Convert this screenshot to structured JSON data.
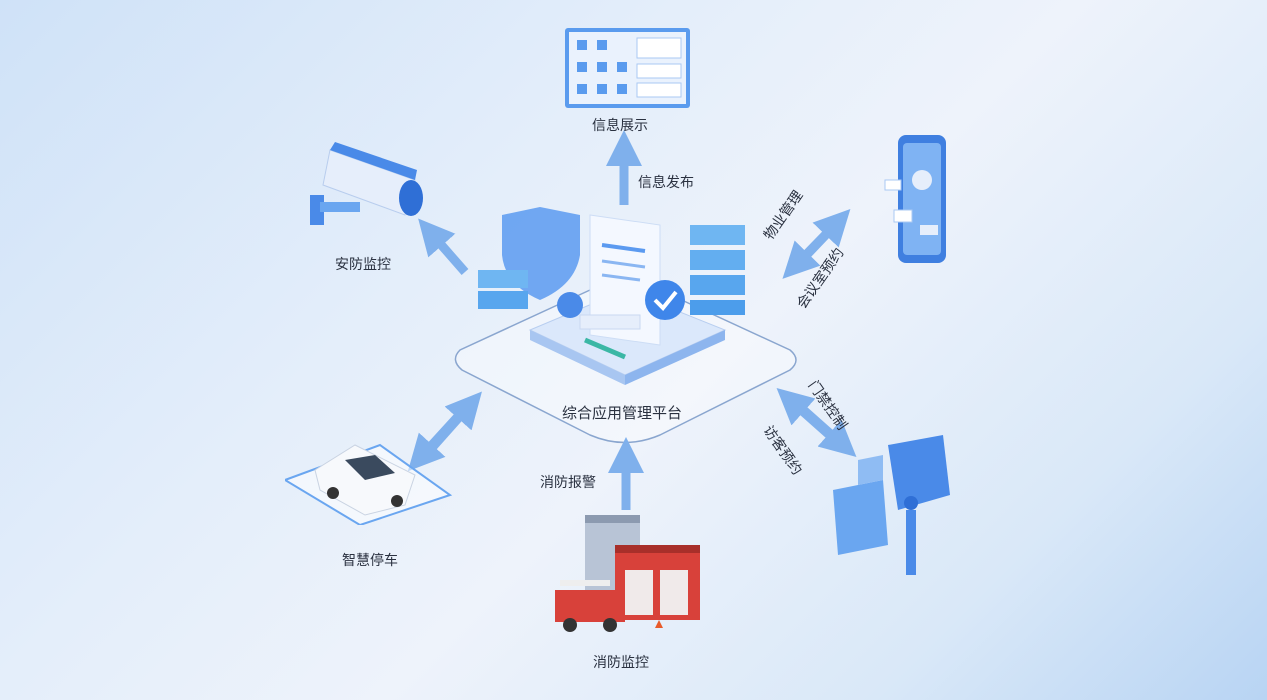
{
  "center": {
    "title": "综合应用管理平台"
  },
  "nodes": {
    "info_display": "信息展示",
    "security": "安防监控",
    "parking": "智慧停车",
    "fire_monitor": "消防监控",
    "phone": "",
    "access": ""
  },
  "links": {
    "info_publish": "信息发布",
    "property": "物业管理",
    "meeting": "会议室预约",
    "door": "门禁控制",
    "visitor": "访客预约",
    "fire_alarm": "消防报警"
  },
  "colors": {
    "accent": "#4a8ae8",
    "arrow": "#7fb0ec",
    "dark": "#2f6fd6"
  }
}
